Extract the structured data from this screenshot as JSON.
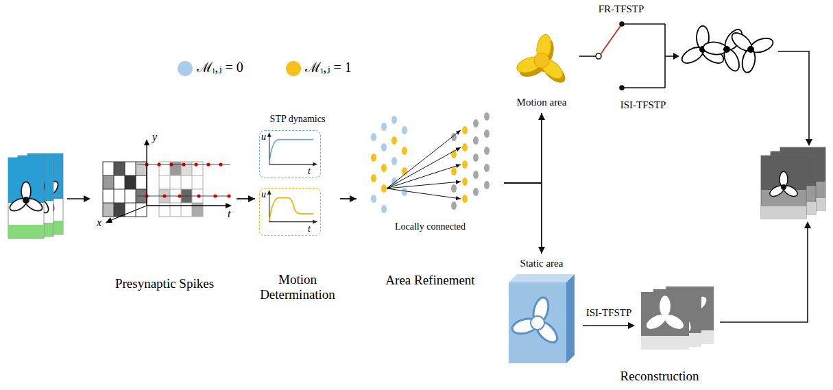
{
  "diagram": {
    "nodes": [
      {
        "text": [
          "Presynaptic Spikes"
        ]
      },
      {
        "text": [
          "STP dynamics",
          "Motion Determination"
        ]
      },
      {
        "text": [
          "u",
          "t"
        ],
        "in": 1
      },
      {
        "text": [
          "u",
          "t"
        ],
        "in": 1
      },
      {
        "text": [
          "Locally connected",
          "Area Refinement"
        ]
      },
      {
        "text": [
          "Motion area"
        ]
      },
      {
        "text": [
          "Static area"
        ]
      }
    ],
    "edges": [
      {
        "from": 0,
        "to": 1,
        "arrow": "to"
      },
      {
        "from": 1,
        "to": 4,
        "arrow": "to"
      },
      {
        "from": 4,
        "to": 5,
        "arrow": "to"
      },
      {
        "from": 4,
        "to": 6,
        "arrow": "to"
      }
    ],
    "labels": [
      "y",
      "x",
      "t",
      "FR-TFSTP",
      "ISI-TFSTP",
      "ISI-TFSTP",
      "Reconstruction"
    ],
    "legend": [
      {
        "text": "ℳᵢ,ⱼ = 0",
        "color": "#a9cdea"
      },
      {
        "text": "ℳᵢ,ⱼ = 1",
        "color": "#f5c21b"
      }
    ]
  }
}
